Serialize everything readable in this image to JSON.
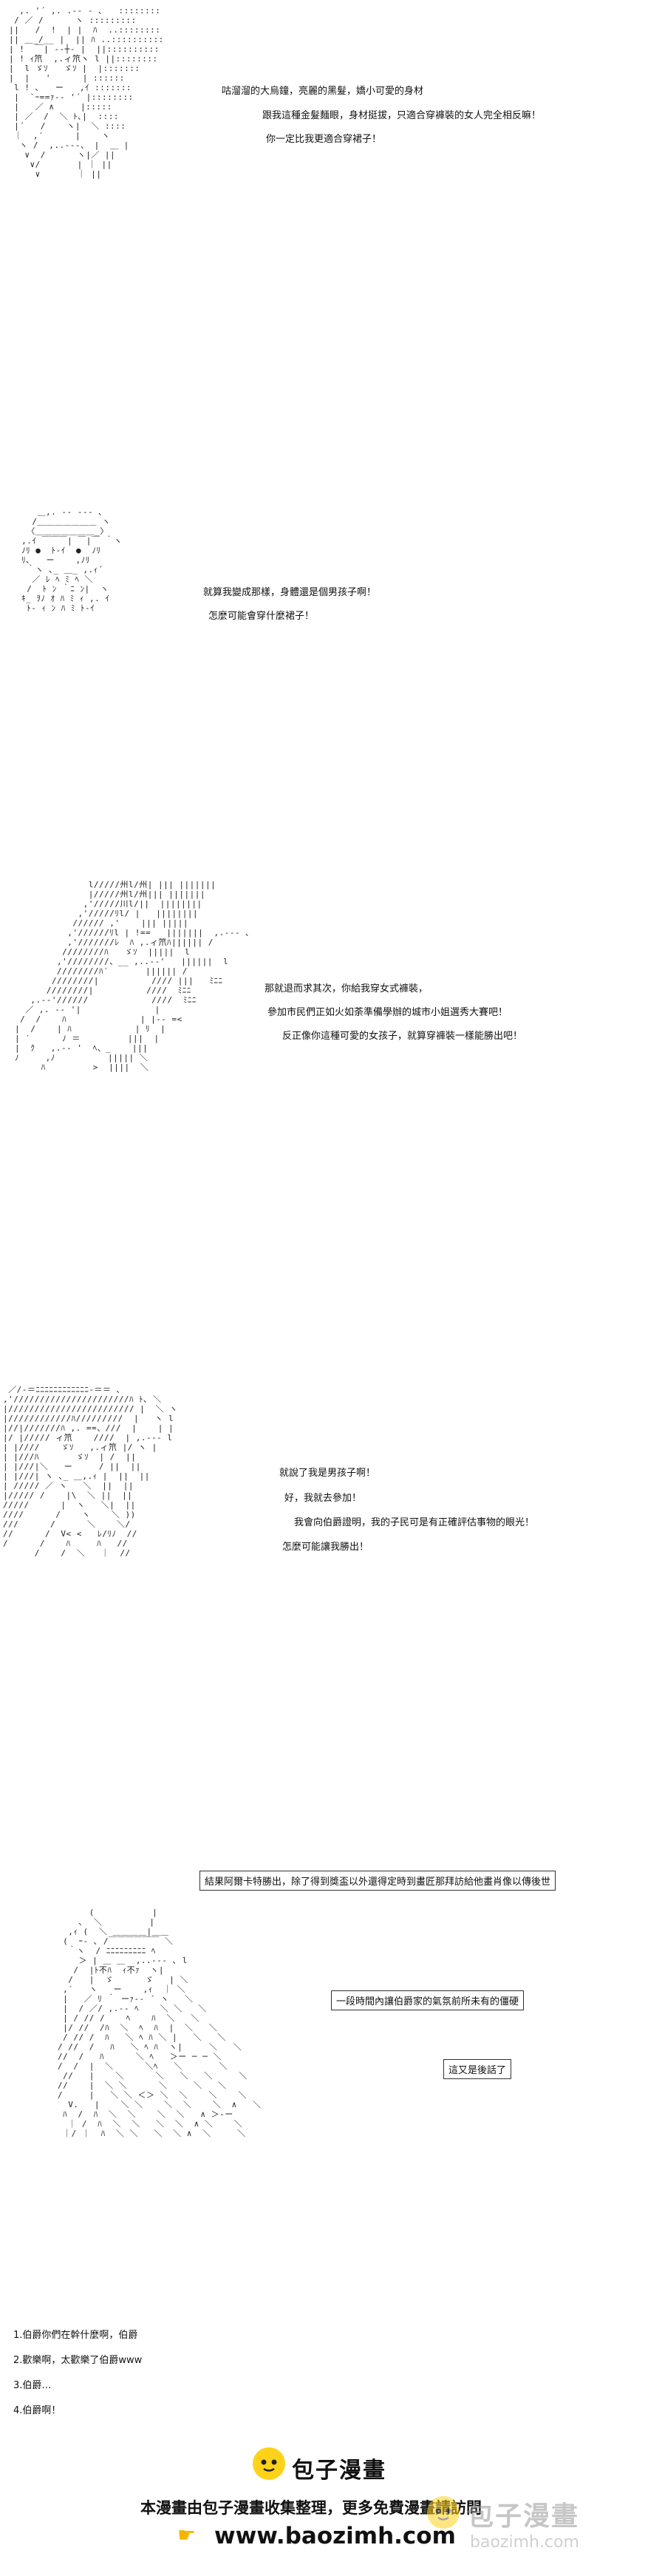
{
  "panels": [
    {
      "lines": [
        "咕溜溜的大烏鐘，亮麗的黑髮，嬌小可愛的身材",
        "跟我這種金髮麵眼，身材挺拔，只適合穿褲裝的女人完全相反嘛！",
        "你一定比我更適合穿裙子！"
      ]
    },
    {
      "lines": [
        "就算我變成那樣，身體還是個男孩子啊！",
        "怎麼可能會穿什麼裙子！"
      ]
    },
    {
      "lines": [
        "那就退而求其次，你給我穿女式褲裝，",
        "參加市民們正如火如荼準備學辦的城市小姐選秀大賽吧！",
        "反正像你這種可愛的女孩子，就算穿褲裝一樣能勝出吧！"
      ]
    },
    {
      "lines": [
        "就說了我是男孩子啊！",
        "好，我就去參加！",
        "我會向伯爵證明，我的子民可是有正確評估事物的眼光！",
        "怎麼可能讓我勝出！"
      ]
    },
    {
      "boxes": [
        "結果阿爾卡特勝出，除了得到獎盃以外還得定時到畫匠那拜訪給他畫肖像以傳後世",
        "一段時間內讓伯爵家的氣氛前所未有的僵硬",
        "這又是後話了"
      ]
    }
  ],
  "footnotes": [
    "1.伯爵你們在幹什麼啊，伯爵",
    "2.歡樂啊，太歡樂了伯爵www",
    "3.伯爵…",
    "4.伯爵啊！"
  ],
  "footer": {
    "brand": "包子漫畫",
    "line1": "本漫畫由包子漫畫收集整理，更多免費漫畫請訪問",
    "url": "www.baozimh.com",
    "watermark": "包子漫畫",
    "watermark_url": "baozimh.com"
  },
  "colors": {
    "brand_yellow": "#ffd21a",
    "text": "#111111"
  }
}
